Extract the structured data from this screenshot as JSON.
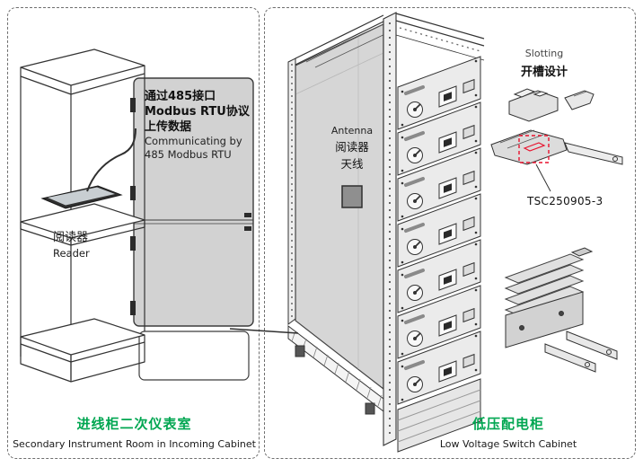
{
  "left_panel": {
    "note": {
      "zh_line1": "通过485接口",
      "zh_line2": "Modbus RTU协议",
      "zh_line3": "上传数据",
      "en_line1": "Communicating by",
      "en_line2": "485 Modbus RTU"
    },
    "reader": {
      "zh": "阅读器",
      "en": "Reader"
    },
    "caption": {
      "zh": "进线柜二次仪表室",
      "en": "Secondary Instrument Room in Incoming Cabinet"
    }
  },
  "right_panel": {
    "antenna": {
      "en": "Antenna",
      "zh_line1": "阅读器",
      "zh_line2": "天线"
    },
    "slotting": {
      "en": "Slotting",
      "zh": "开槽设计"
    },
    "part_number": "TSC250905-3",
    "caption": {
      "zh": "低压配电柜",
      "en": "Low Voltage Switch Cabinet"
    }
  },
  "colors": {
    "caption_green": "#00A651",
    "highlight_red": "#E8112D",
    "door_panel_gray": "#D2D2D2",
    "cabinet_side_gray": "#D6D6D6"
  }
}
